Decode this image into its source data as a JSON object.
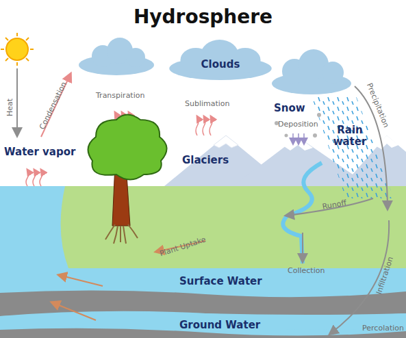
{
  "diagram": {
    "title": "Hydrosphere",
    "nodes": [
      {
        "text": [
          "Clouds"
        ]
      }
    ],
    "labels": [
      "Heat",
      "Condensation",
      "Water vapor",
      "Transpiration",
      "Sublimation",
      "Glaciers",
      "Snow",
      "Deposition",
      "Rain water",
      "Precipitation",
      "Runoff",
      "Collection",
      "Plant Uptake",
      "Surface Water",
      "Ground Water",
      "Infiltration",
      "Percolation"
    ]
  }
}
